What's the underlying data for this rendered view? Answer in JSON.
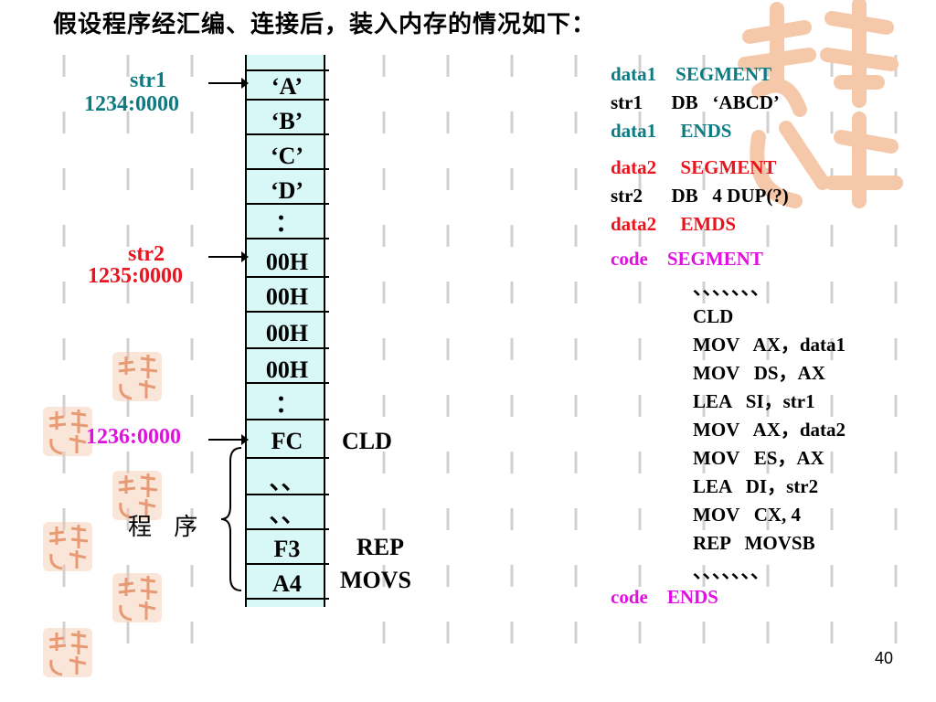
{
  "slide": {
    "title": "假设程序经汇编、连接后，装入内存的情况如下：",
    "page_number": "40"
  },
  "memory": {
    "cells": [
      "‘A’",
      "‘B’",
      "‘C’",
      "‘D’",
      "：",
      "00H",
      "00H",
      "00H",
      "00H",
      "：",
      "FC",
      "、、",
      "、、",
      "F3",
      "A4"
    ],
    "labels": {
      "str1_name": "str1",
      "str1_addr": "1234:0000",
      "str2_name": "str2",
      "str2_addr": "1235:0000",
      "code_addr": "1236:0000",
      "program": "程 序"
    },
    "annotations": {
      "cld": "CLD",
      "rep": "REP",
      "movs": "MOVS"
    }
  },
  "source_code": {
    "data1_segment": "data1    SEGMENT",
    "str1_line": "str1      DB   ‘ABCD’",
    "data1_ends": "data1     ENDS",
    "data2_segment": "data2     SEGMENT",
    "str2_line": "str2      DB   4 DUP(?)",
    "data2_ends": "data2     EMDS",
    "code_segment": "code    SEGMENT",
    "code_lines": [
      "、、、、、、、",
      "CLD",
      "MOV   AX，data1",
      "MOV   DS，AX",
      "LEA   SI，str1",
      "MOV   AX，data2",
      "MOV   ES，AX",
      "LEA   DI，str2",
      "MOV   CX, 4",
      "REP   MOVSB",
      "、、、、、、、"
    ],
    "code_ends": "code    ENDS"
  },
  "colors": {
    "teal": "#0e7a82",
    "red": "#e8141e",
    "magenta": "#e010e0",
    "memory_fill": "#d8f8f8",
    "seal": "#f4c8a8"
  },
  "icons": {
    "watermark": "seal-logo-icon",
    "pointer": "arrow-right-icon",
    "brace": "left-brace-icon"
  }
}
